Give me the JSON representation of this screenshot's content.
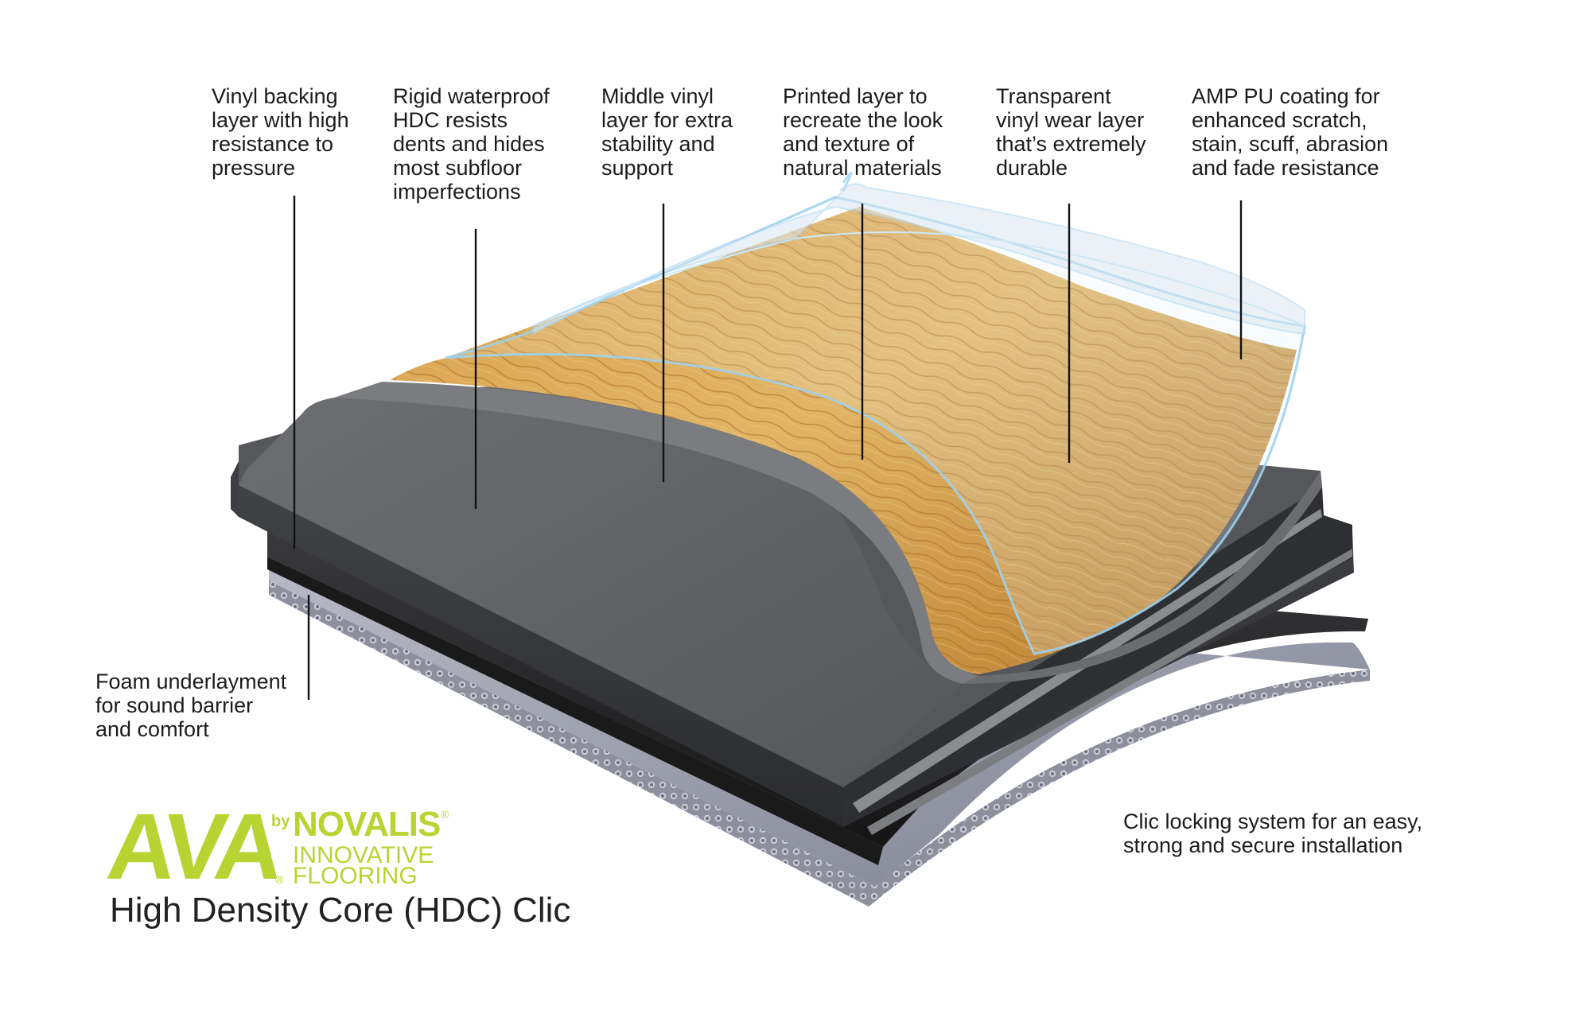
{
  "labels": {
    "vinyl_backing": "Vinyl backing\nlayer with high\nresistance to\npressure",
    "rigid_hdc": "Rigid waterproof\nHDC resists\ndents and hides\nmost subfloor\nimperfections",
    "middle_vinyl": "Middle vinyl\nlayer for extra\nstability and\nsupport",
    "printed_layer": "Printed layer to\nrecreate the look\nand texture of\nnatural materials",
    "wear_layer": "Transparent\nvinyl wear layer\nthat’s extremely\ndurable",
    "pu_coating": "AMP PU coating for\nenhanced scratch,\nstain, scuff, abrasion\nand fade resistance",
    "foam": "Foam underlayment\nfor sound barrier\nand comfort",
    "clic": "Clic locking system for an easy,\nstrong and secure installation"
  },
  "logo": {
    "mark": "AVA",
    "by": "by",
    "brand": "NOVALIS",
    "sub1": "INNOVATIVE",
    "sub2": "FLOORING",
    "reg": "®"
  },
  "title": "High Density Core (HDC) Clic",
  "colors": {
    "accent_green": "#b8d432",
    "core_gray": "#56585c",
    "dark_layer": "#2a2a2c",
    "foam": "#9a9ca8",
    "wood": "#c98f3c",
    "glass": "#9fd2ef"
  }
}
